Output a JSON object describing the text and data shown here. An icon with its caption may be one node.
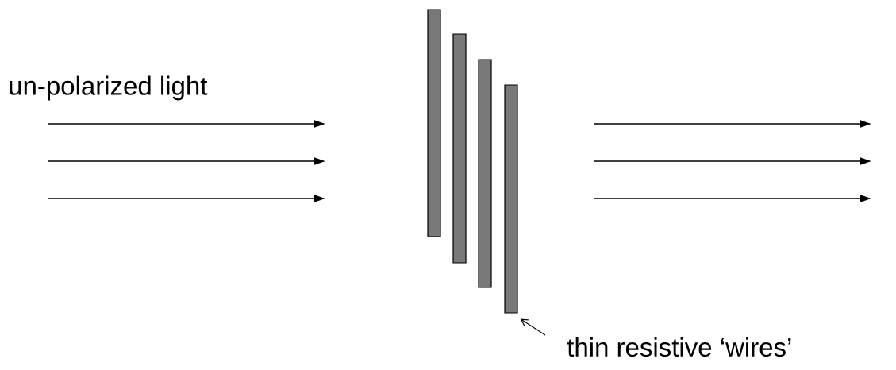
{
  "diagram": {
    "nodes": [
      {
        "text": [],
        "shape": "bar"
      },
      {
        "text": [],
        "shape": "bar"
      },
      {
        "text": [],
        "shape": "bar"
      },
      {
        "text": [],
        "shape": "bar"
      },
      {
        "text": [
          "thin resistive ‘wires’"
        ]
      }
    ],
    "edges": [
      {
        "from": 4,
        "to": 3,
        "arrow": "to"
      }
    ],
    "labels": [
      "un-polarized light"
    ]
  }
}
